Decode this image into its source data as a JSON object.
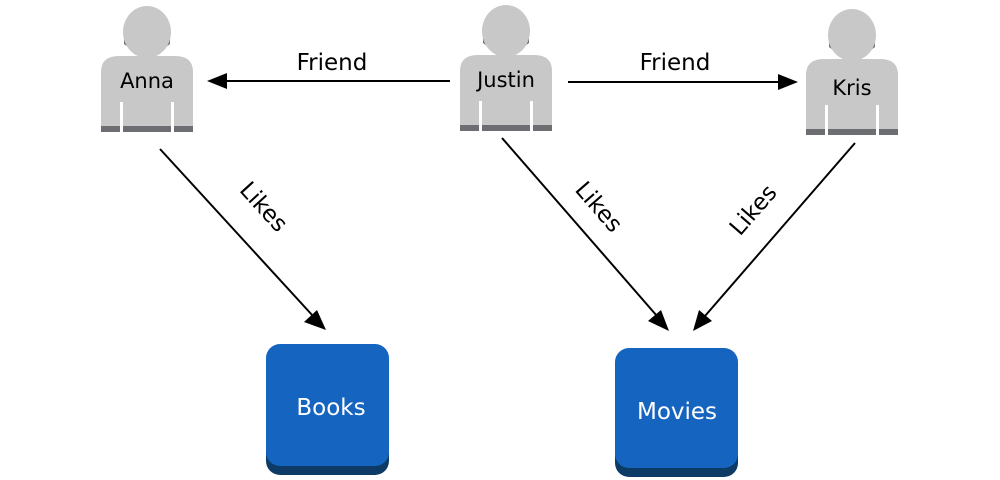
{
  "people": [
    {
      "id": "anna",
      "name": "Anna"
    },
    {
      "id": "justin",
      "name": "Justin"
    },
    {
      "id": "kris",
      "name": "Kris"
    }
  ],
  "topics": [
    {
      "id": "books",
      "name": "Books"
    },
    {
      "id": "movies",
      "name": "Movies"
    }
  ],
  "edges": [
    {
      "id": "justin-anna",
      "from": "Justin",
      "to": "Anna",
      "label": "Friend"
    },
    {
      "id": "justin-kris",
      "from": "Justin",
      "to": "Kris",
      "label": "Friend"
    },
    {
      "id": "anna-books",
      "from": "Anna",
      "to": "Books",
      "label": "Likes"
    },
    {
      "id": "justin-movies",
      "from": "Justin",
      "to": "Movies",
      "label": "Likes"
    },
    {
      "id": "kris-movies",
      "from": "Kris",
      "to": "Movies",
      "label": "Likes"
    }
  ],
  "colors": {
    "person_fill": "#c8c8c8",
    "person_base": "#6d6e71",
    "topic_fill": "#1565c0",
    "topic_shadow": "#0d3b66",
    "edge": "#000000"
  }
}
